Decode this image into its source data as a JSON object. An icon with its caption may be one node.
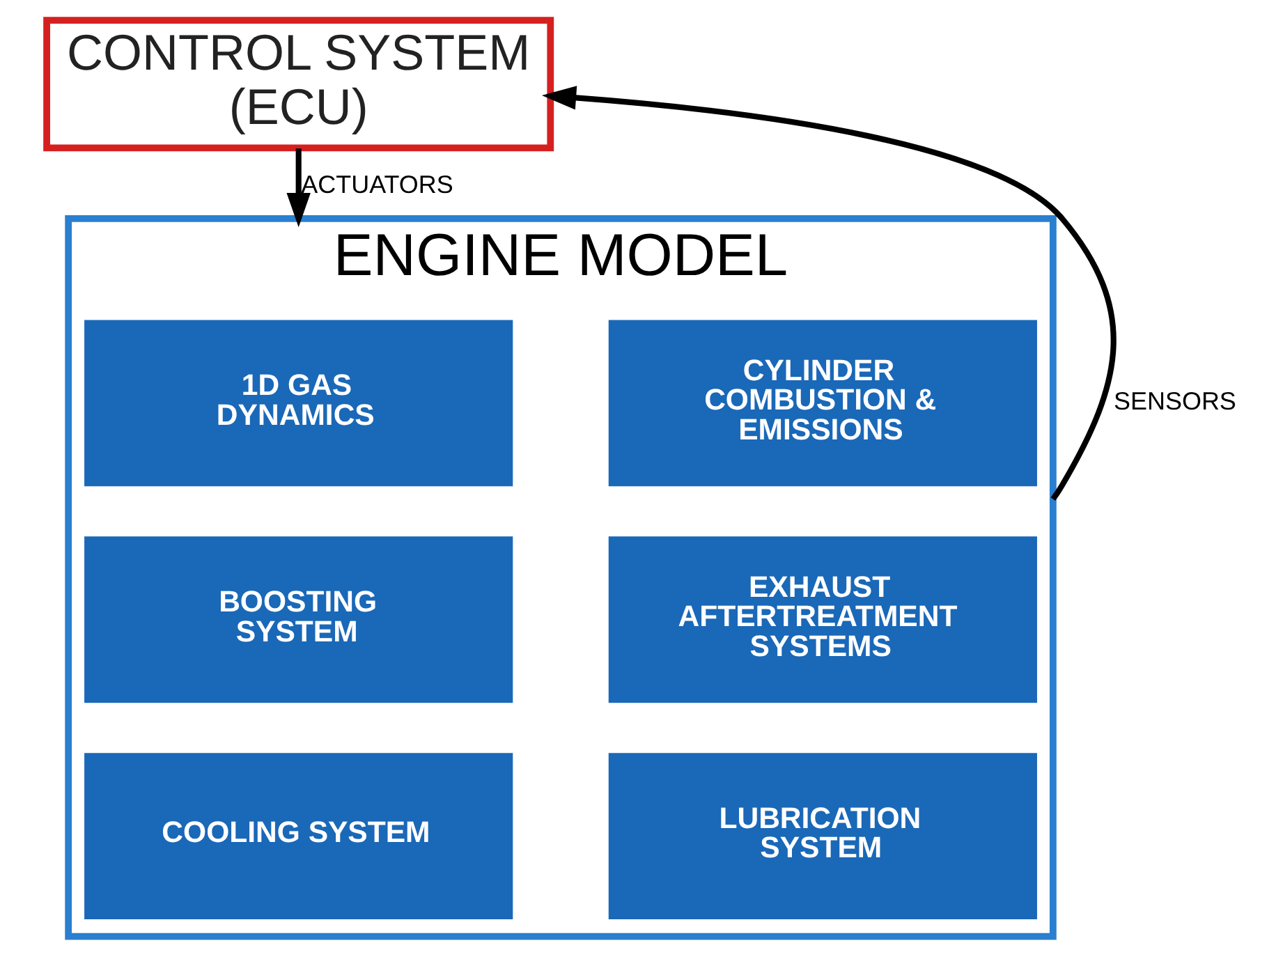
{
  "diagram": {
    "nodes": [
      {
        "text": [
          "CONTROL SYSTEM (ECU)"
        ]
      },
      {
        "text": [
          "ENGINE MODEL"
        ]
      },
      {
        "text": [
          "1D GAS DYNAMICS"
        ],
        "in": 1
      },
      {
        "text": [
          "CYLINDER COMBUSTION & EMISSIONS"
        ],
        "in": 1
      },
      {
        "text": [
          "BOOSTING SYSTEM"
        ],
        "in": 1
      },
      {
        "text": [
          "EXHAUST AFTERTREATMENT SYSTEMS"
        ],
        "in": 1
      },
      {
        "text": [
          "COOLING SYSTEM"
        ],
        "in": 1
      },
      {
        "text": [
          "LUBRICATION SYSTEM"
        ],
        "in": 1
      }
    ],
    "edges": [
      {
        "from": 0,
        "to": 1,
        "arrow": "to",
        "label": "ACTUATORS"
      },
      {
        "from": 1,
        "to": 0,
        "arrow": "to",
        "label": "SENSORS"
      }
    ]
  }
}
